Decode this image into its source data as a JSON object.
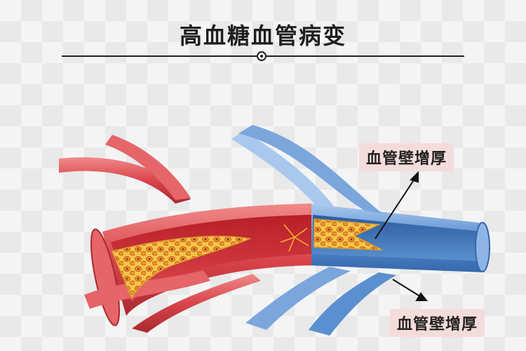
{
  "title": "高血糖血管病变",
  "labels": {
    "top": "血管壁增厚",
    "bottom": "血管壁增厚"
  },
  "colors": {
    "artery": "#d9444a",
    "vein": "#5a8fd0",
    "plaque": "#f0c040",
    "label_bg": "#f5dcdc"
  }
}
